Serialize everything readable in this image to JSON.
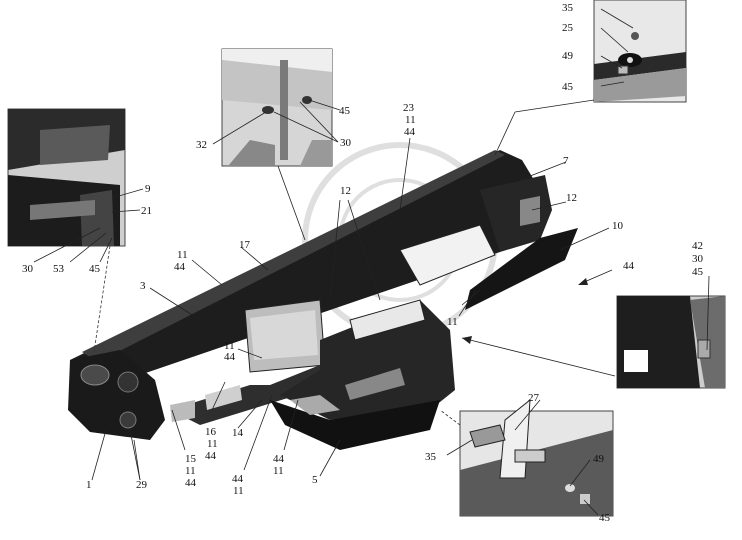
{
  "labels": {
    "l35_top": "35",
    "l25": "25",
    "l49_top": "49",
    "l45_top": "45",
    "l45_inset": "45",
    "l32": "32",
    "l30_inset": "30",
    "l23": "23",
    "l11_top": "11",
    "l44_top": "44",
    "l7": "7",
    "l12_center": "12",
    "l12_right": "12",
    "l10": "10",
    "l9": "9",
    "l21": "21",
    "l30_left": "30",
    "l53": "53",
    "l45_left": "45",
    "l17": "17",
    "l11_a": "11",
    "l44_a": "44",
    "l3": "3",
    "l42": "42",
    "l30_right": "30",
    "l45_right": "45",
    "l44_right": "44",
    "l11_mid": "11",
    "l11_b": "11",
    "l44_b": "44",
    "l16": "16",
    "l11_c": "11",
    "l44_c": "44",
    "l14": "14",
    "l44_d": "44",
    "l11_d": "11",
    "l44_e": "44",
    "l11_e": "11",
    "l5": "5",
    "l27": "27",
    "l35_bottom": "35",
    "l49_bottom": "49",
    "l45_bottom": "45",
    "l15": "15",
    "l11_f": "11",
    "l44_f": "44",
    "l1": "1",
    "l29": "29"
  }
}
